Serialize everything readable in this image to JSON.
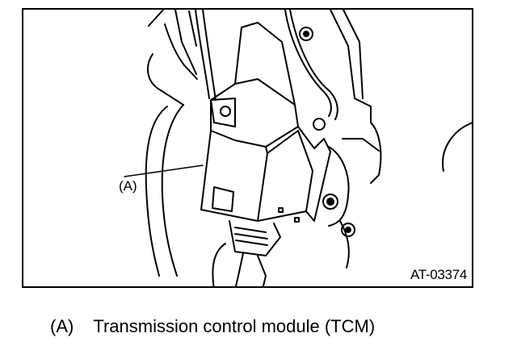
{
  "figure": {
    "callout_label": "(A)",
    "figure_id": "AT-03374"
  },
  "legend": {
    "key": "(A)",
    "description": "Transmission control module (TCM)"
  }
}
